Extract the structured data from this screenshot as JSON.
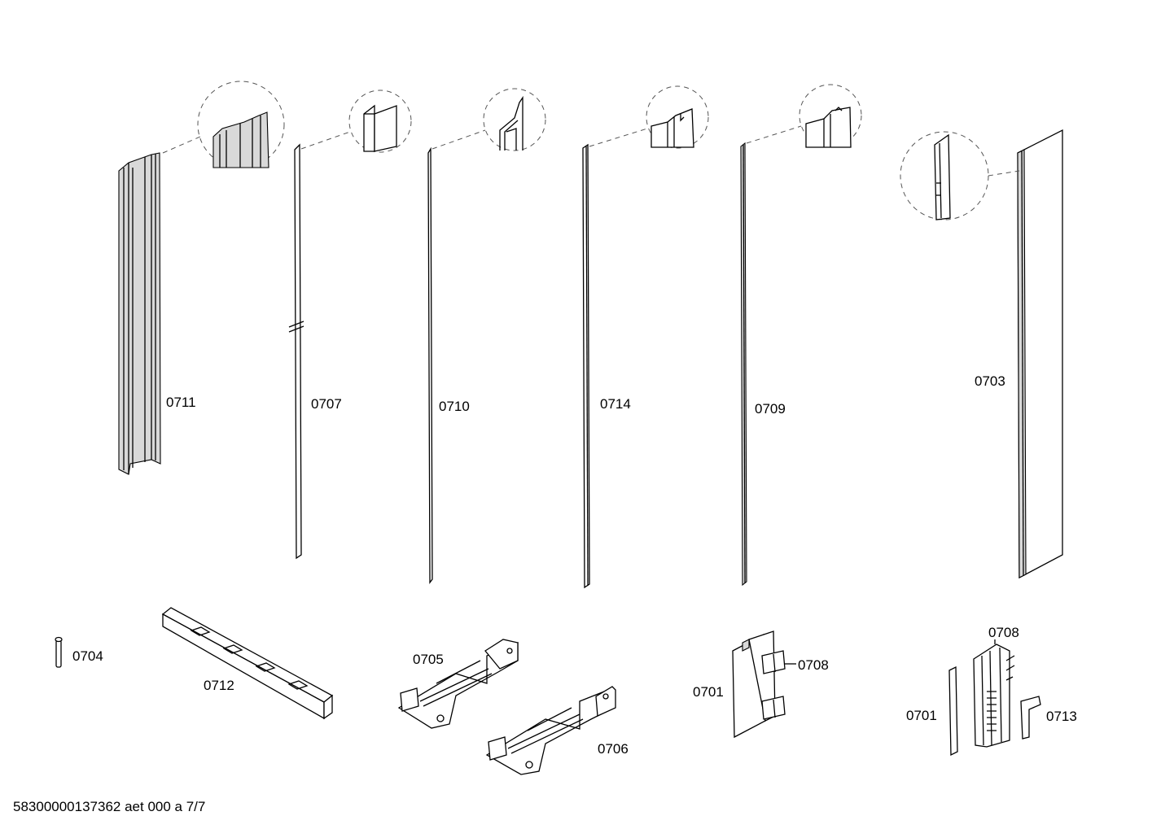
{
  "parts": {
    "p0711": "0711",
    "p0707": "0707",
    "p0710": "0710",
    "p0714": "0714",
    "p0709": "0709",
    "p0703": "0703",
    "p0704": "0704",
    "p0712": "0712",
    "p0705": "0705",
    "p0706": "0706",
    "p0701a": "0701",
    "p0708a": "0708",
    "p0701b": "0701",
    "p0708b": "0708",
    "p0713": "0713"
  },
  "footer": "58300000137362 aet 000 a 7/7"
}
